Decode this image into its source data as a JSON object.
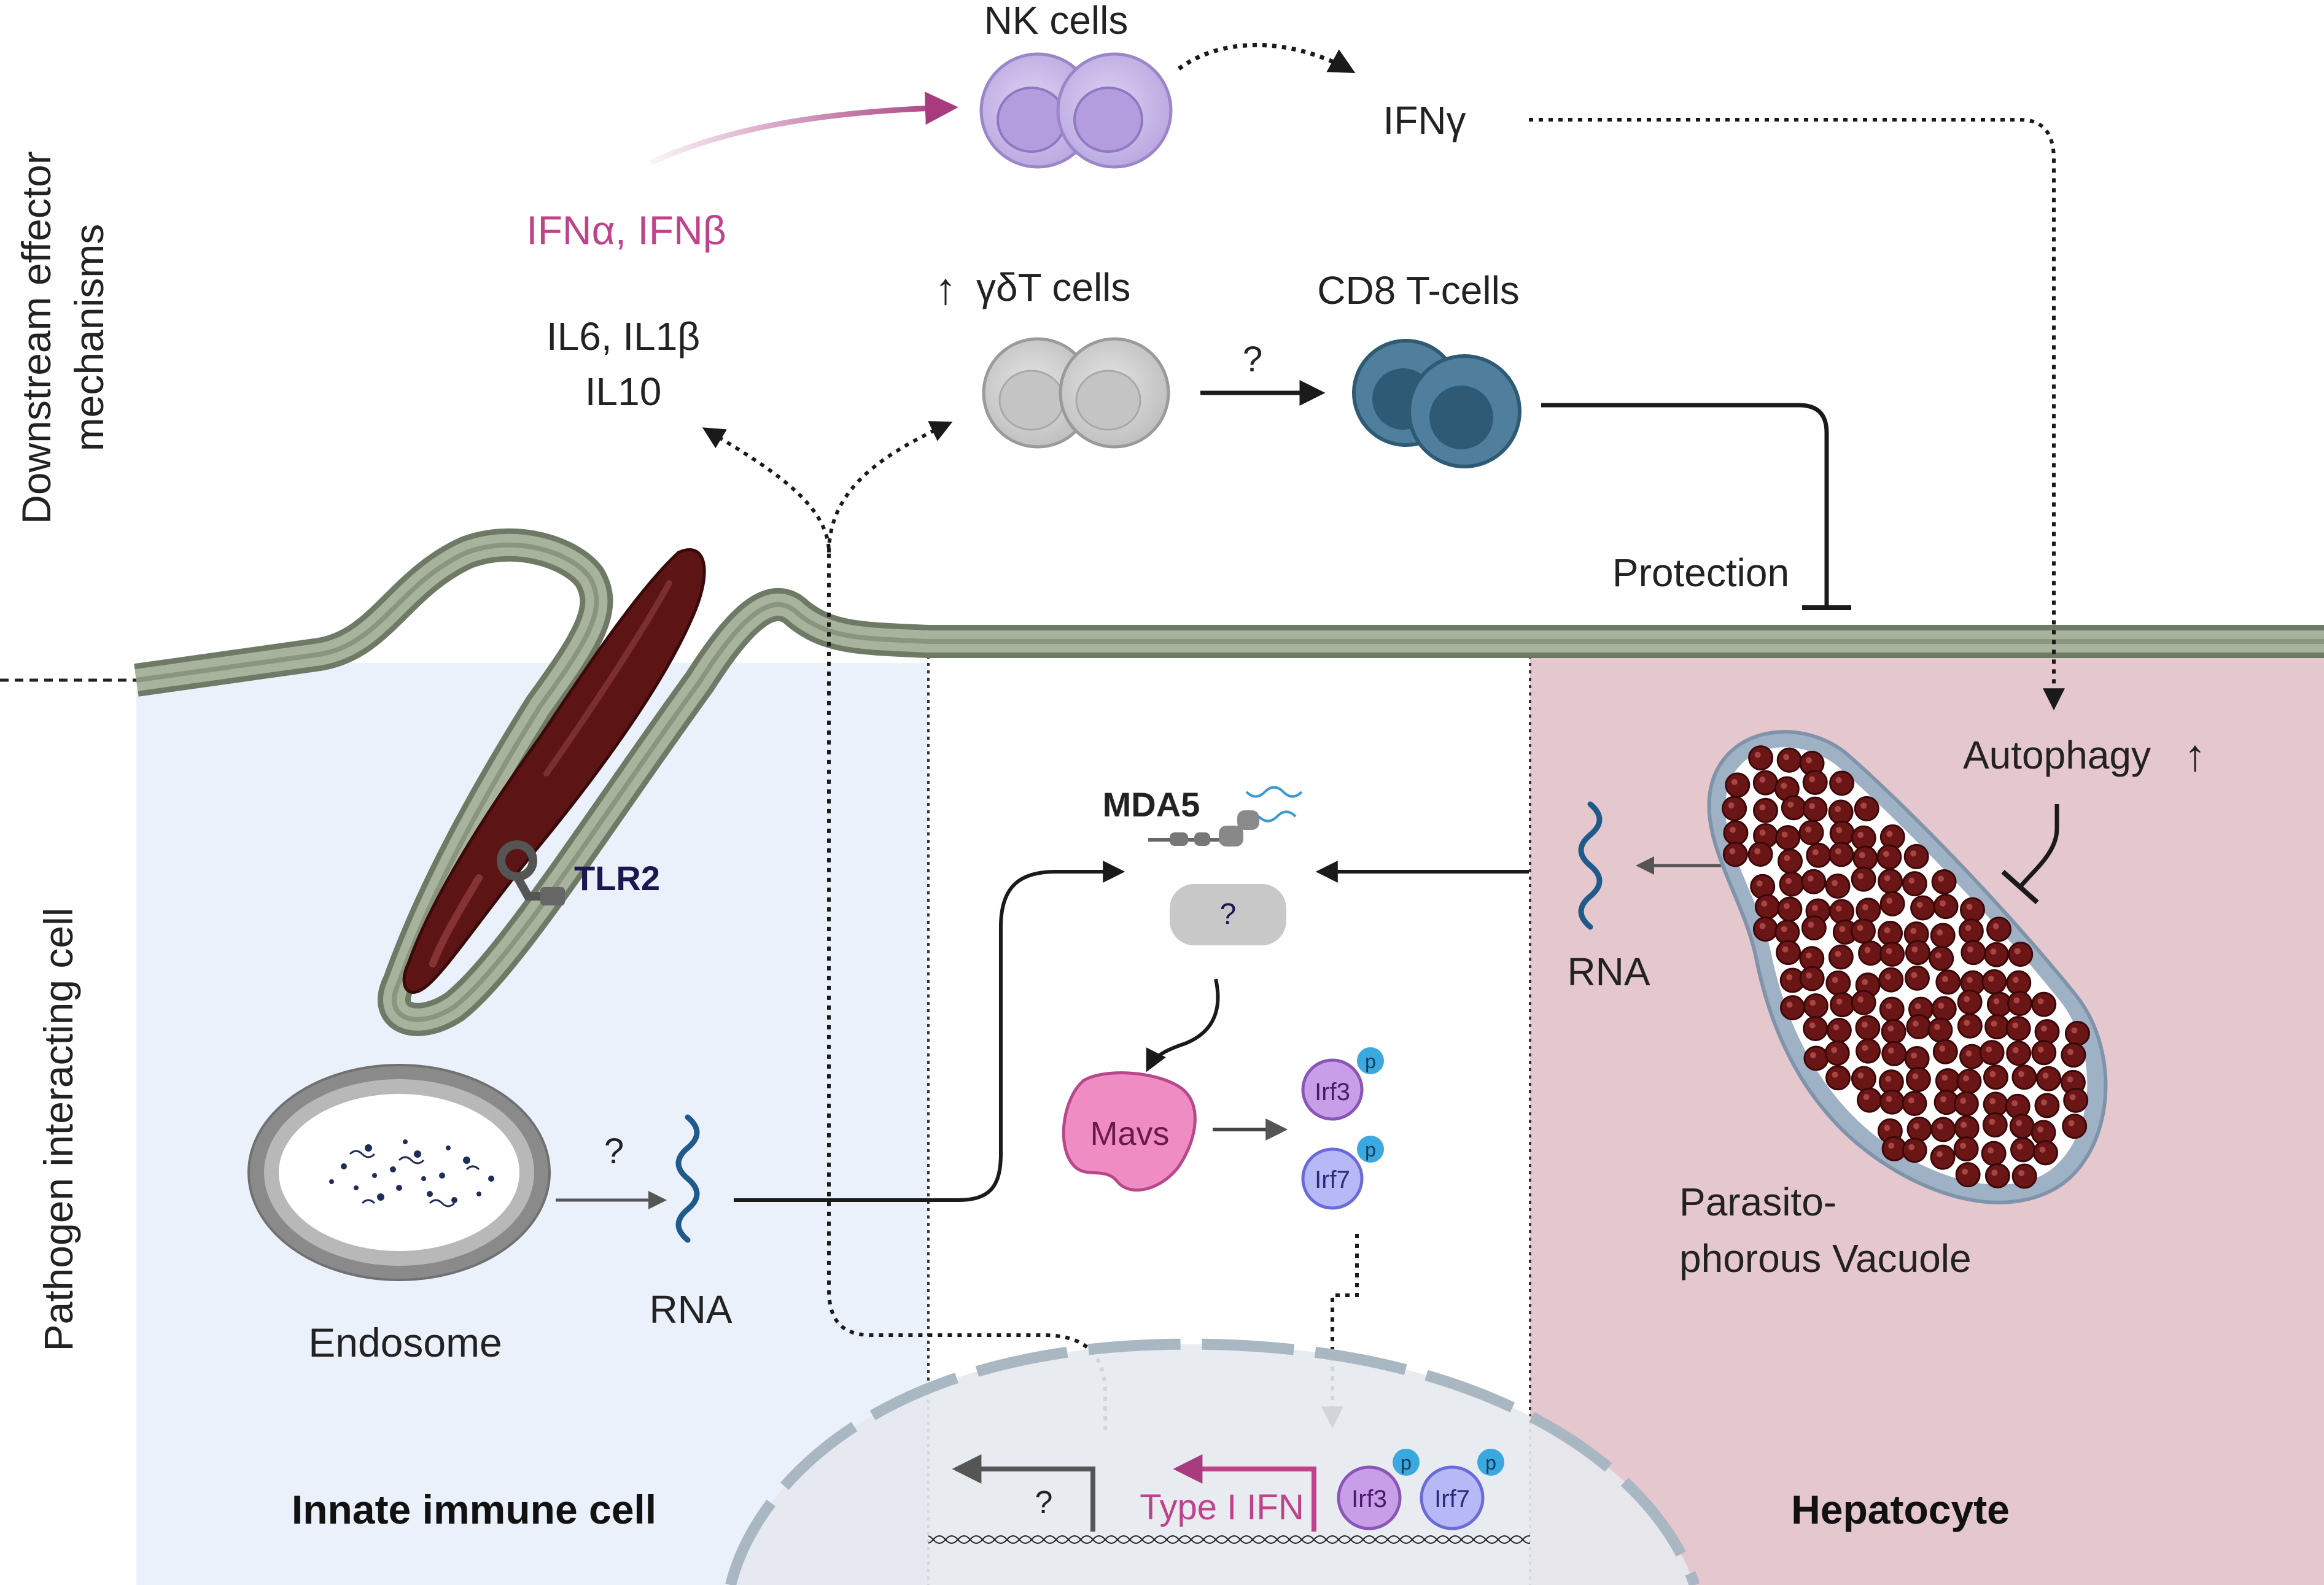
{
  "side_labels": {
    "downstream_line1": "Downstream effector",
    "downstream_line2": "mechanisms",
    "pathogen": "Pathogen interacting cell"
  },
  "cells": {
    "nk": "NK cells",
    "gdt": "γδT cells",
    "gdt_arrow": "↑",
    "cd8": "CD8 T-cells"
  },
  "cytokines": {
    "ifn_ab": "IFNα, IFNβ",
    "ifn_gamma": "IFNγ",
    "il_line1": "IL6, IL1β",
    "il_line2": "IL10"
  },
  "labels": {
    "protection": "Protection",
    "autophagy": "Autophagy",
    "autophagy_arrow": "↑",
    "tlr2": "TLR2",
    "mda5": "MDA5",
    "unknown_sensor": "?",
    "mavs": "Mavs",
    "irf3": "Irf3",
    "irf7": "Irf7",
    "phospho": "p",
    "rna_left": "RNA",
    "rna_right": "RNA",
    "endosome": "Endosome",
    "endosome_q": "?",
    "gdt_to_cd8_q": "?",
    "type1_ifn": "Type I IFN",
    "nucleus_q": "?",
    "vacuole_line1": "Parasito-",
    "vacuole_line2": "phorous Vacuole"
  },
  "panels": {
    "innate": "Innate immune cell",
    "hepatocyte": "Hepatocyte"
  },
  "colors": {
    "innate_bg": "#eaf1fb",
    "hepatocyte_bg": "#e5c7ce",
    "membrane": "#8f9a84",
    "parasite": "#5c1414",
    "ifn_pink": "#c0428a",
    "nk_purple": "#c9b9e6",
    "gdt_gray": "#cfcfcf",
    "cd8_blue": "#4f7f9c",
    "mavs_pink": "#f08cc4",
    "irf3_purple": "#c99ee8",
    "irf7_blue": "#b6b9f5",
    "phospho_cyan": "#3aa9e0",
    "rna_blue": "#1f5a8a",
    "tlr2_navy": "#1c1750"
  }
}
